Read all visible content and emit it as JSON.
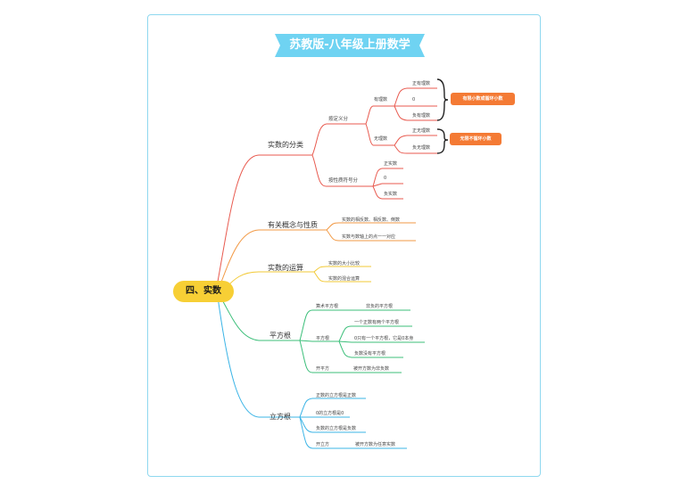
{
  "title": "苏教版-八年级上册数学",
  "root": "四、实数",
  "branches": {
    "classification": {
      "label": "实数的分类",
      "by_definition": {
        "label": "按定义分",
        "rational": {
          "label": "有理数",
          "items": [
            "正有理数",
            "0",
            "负有理数"
          ],
          "note": "有限小数或循环小数"
        },
        "irrational": {
          "label": "无理数",
          "items": [
            "正无理数",
            "负无理数"
          ],
          "note": "无限不循环小数"
        }
      },
      "by_sign": {
        "label": "按性质符号分",
        "items": [
          "正实数",
          "0",
          "负实数"
        ]
      }
    },
    "concepts": {
      "label": "有关概念与性质",
      "items": [
        "实数的相反数、相反数、倒数",
        "实数与数轴上的点一一对应"
      ]
    },
    "operations": {
      "label": "实数的运算",
      "items": [
        "实数的大小比较",
        "实数的混合运算"
      ]
    },
    "square_root": {
      "label": "平方根",
      "arithmetic": {
        "label": "算术平方根",
        "item": "非负的平方根"
      },
      "sqrt": {
        "label": "平方根",
        "items": [
          "一个正数有两个平方根",
          "0只有一个平方根，它是0本身",
          "负数没有平方根"
        ]
      },
      "extract": {
        "label": "开平方",
        "item": "被开方数为非负数"
      }
    },
    "cube_root": {
      "label": "立方根",
      "items": [
        "正数的立方根是正数",
        "0的立方根是0",
        "负数的立方根是负数"
      ],
      "extract": {
        "label": "开立方",
        "item": "被开方数为任意实数"
      }
    }
  },
  "colors": {
    "classification": "#e85a4f",
    "concepts": "#f29a46",
    "operations": "#f2c935",
    "square_root": "#3cbf7a",
    "cube_root": "#3bb4e6",
    "note": "#f47a34",
    "banner": "#6fd3f2",
    "root": "#f7cf35"
  }
}
